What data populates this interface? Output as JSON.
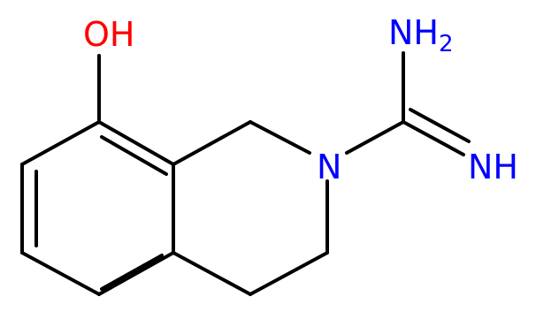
{
  "atoms": {
    "hydroxyl": {
      "text": "OH",
      "color": "#ff0000"
    },
    "ring_nitrogen": {
      "text": "N",
      "color": "#0000ff"
    },
    "imine": {
      "text": "NH",
      "color": "#0000ff"
    },
    "amine": {
      "text": "NH",
      "subscript": "2",
      "color": "#0000ff"
    }
  }
}
